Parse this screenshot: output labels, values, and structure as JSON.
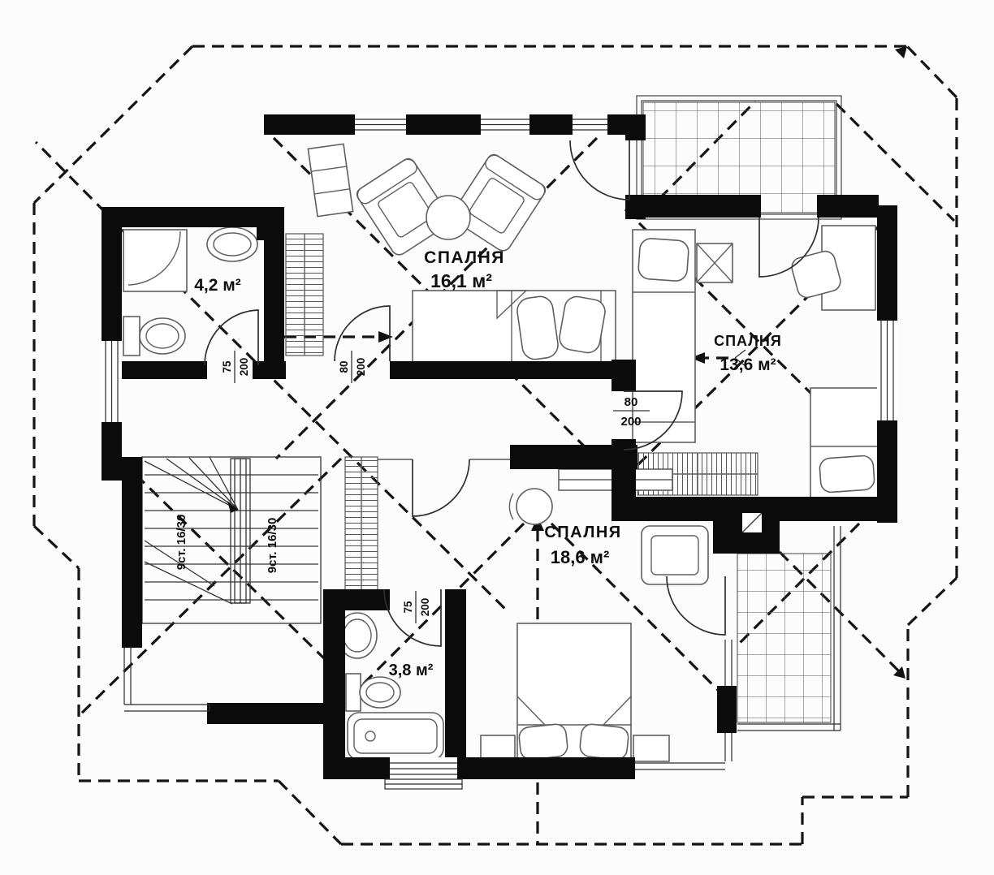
{
  "rooms": [
    {
      "name": "СПАЛНЯ",
      "area": "16,1 м²"
    },
    {
      "name": "СПАЛНЯ",
      "area": "13,6 м²"
    },
    {
      "name": "СПАЛНЯ",
      "area": "18,6 м²"
    }
  ],
  "bathrooms": [
    {
      "area": "4,2 м²"
    },
    {
      "area": "3,8 м²"
    }
  ],
  "stairs": {
    "label": "9ст. 16/30"
  },
  "doors": {
    "bath_top": {
      "w": "75",
      "h": "200"
    },
    "bedroom_top": {
      "w": "80",
      "h": "200"
    },
    "hall": {
      "w": "80",
      "h": "200"
    },
    "bath_bottom": {
      "w": "75",
      "h": "200"
    }
  },
  "colors": {
    "walls": "#0b0b0b",
    "roof_dashes": "#141414",
    "furniture": "#5f5f5f",
    "background": "#fcfcfc"
  }
}
